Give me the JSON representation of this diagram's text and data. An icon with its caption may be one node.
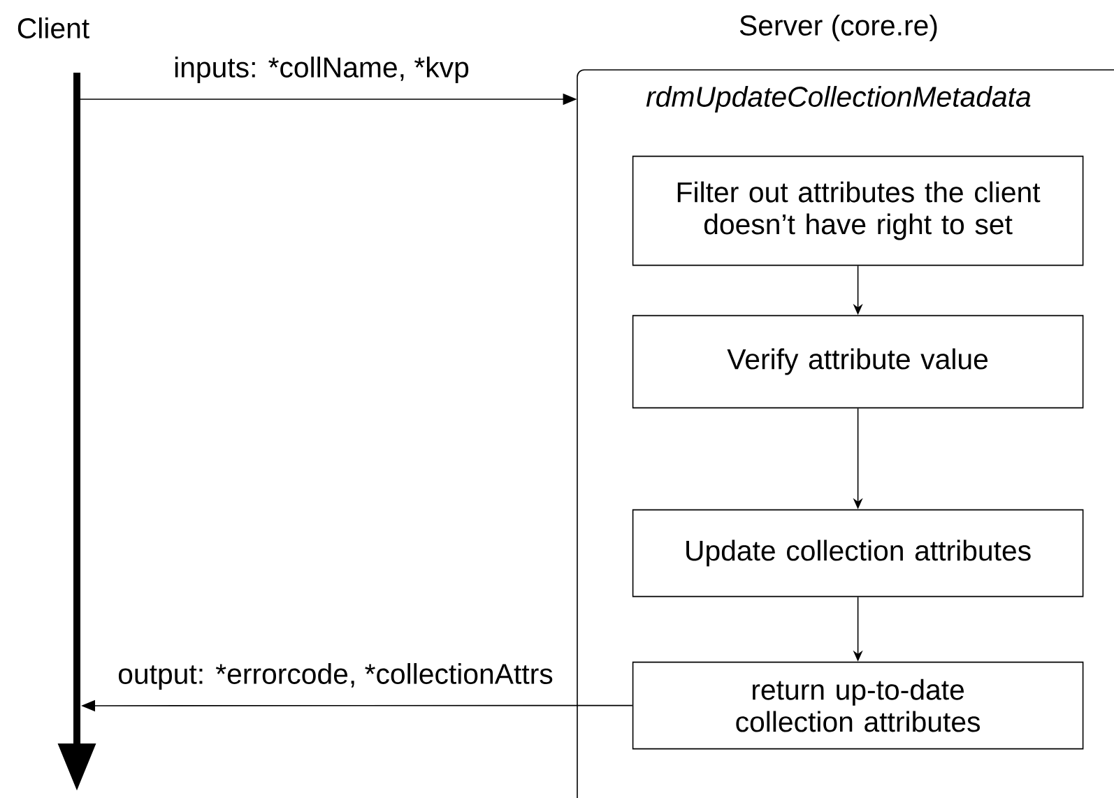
{
  "diagram": {
    "nodes": [
      {
        "text": [
          "Server (core.re)",
          "rdmUpdateCollectionMetadata"
        ]
      },
      {
        "text": [
          "Filter out attributes the client doesn’t have right to set"
        ],
        "in": 0
      },
      {
        "text": [
          "Verify attribute value"
        ],
        "in": 0
      },
      {
        "text": [
          "Update collection attributes"
        ],
        "in": 0
      },
      {
        "text": [
          "return up-to-date collection attributes"
        ],
        "in": 0
      }
    ],
    "edges": [
      {
        "from": null,
        "to": 0,
        "arrow": "to",
        "label": "inputs: *collName, *kvp"
      },
      {
        "from": 1,
        "to": 2,
        "arrow": "to"
      },
      {
        "from": 2,
        "to": 3,
        "arrow": "to"
      },
      {
        "from": 3,
        "to": 4,
        "arrow": "to"
      },
      {
        "from": 4,
        "to": null,
        "arrow": "to",
        "label": "output: *errorcode, *collectionAttrs"
      }
    ],
    "labels": [
      "Client"
    ]
  }
}
